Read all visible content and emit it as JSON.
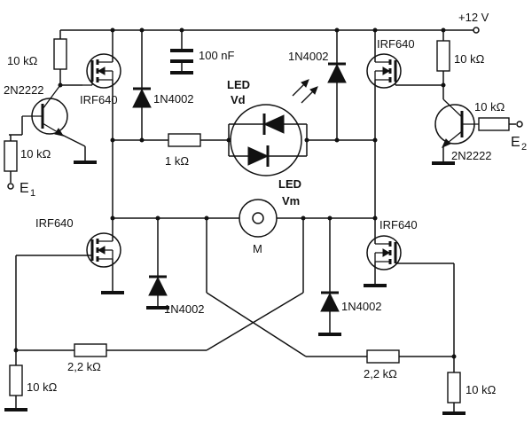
{
  "supply": {
    "label": "+12 V"
  },
  "inputs": {
    "e1_main": "E",
    "e1_sub": "1",
    "e2_main": "E",
    "e2_sub": "2"
  },
  "resistors": {
    "r_left_top": "10 kΩ",
    "r_left_base": "10 kΩ",
    "r_right_top": "10 kΩ",
    "r_right_base": "10 kΩ",
    "r_led": "1 kΩ",
    "r_cross_left": "2,2 kΩ",
    "r_cross_right": "2,2 kΩ",
    "r_bottom_left": "10 kΩ",
    "r_bottom_right": "10 kΩ"
  },
  "transistors": {
    "q_left_bjt": "2N2222",
    "q_right_bjt": "2N2222",
    "m_top_left": "IRF640",
    "m_top_right": "IRF640",
    "m_bottom_left": "IRF640",
    "m_bottom_right": "IRF640"
  },
  "diodes": {
    "d_top_left": "1N4002",
    "d_top_right": "1N4002",
    "d_bottom_left": "1N4002",
    "d_bottom_right": "1N4002"
  },
  "capacitor": {
    "label": "100 nF"
  },
  "led": {
    "word_top": "LED",
    "sub_top": "Vd",
    "word_bottom": "LED",
    "sub_bottom": "Vm"
  },
  "motor": {
    "label": "M"
  }
}
